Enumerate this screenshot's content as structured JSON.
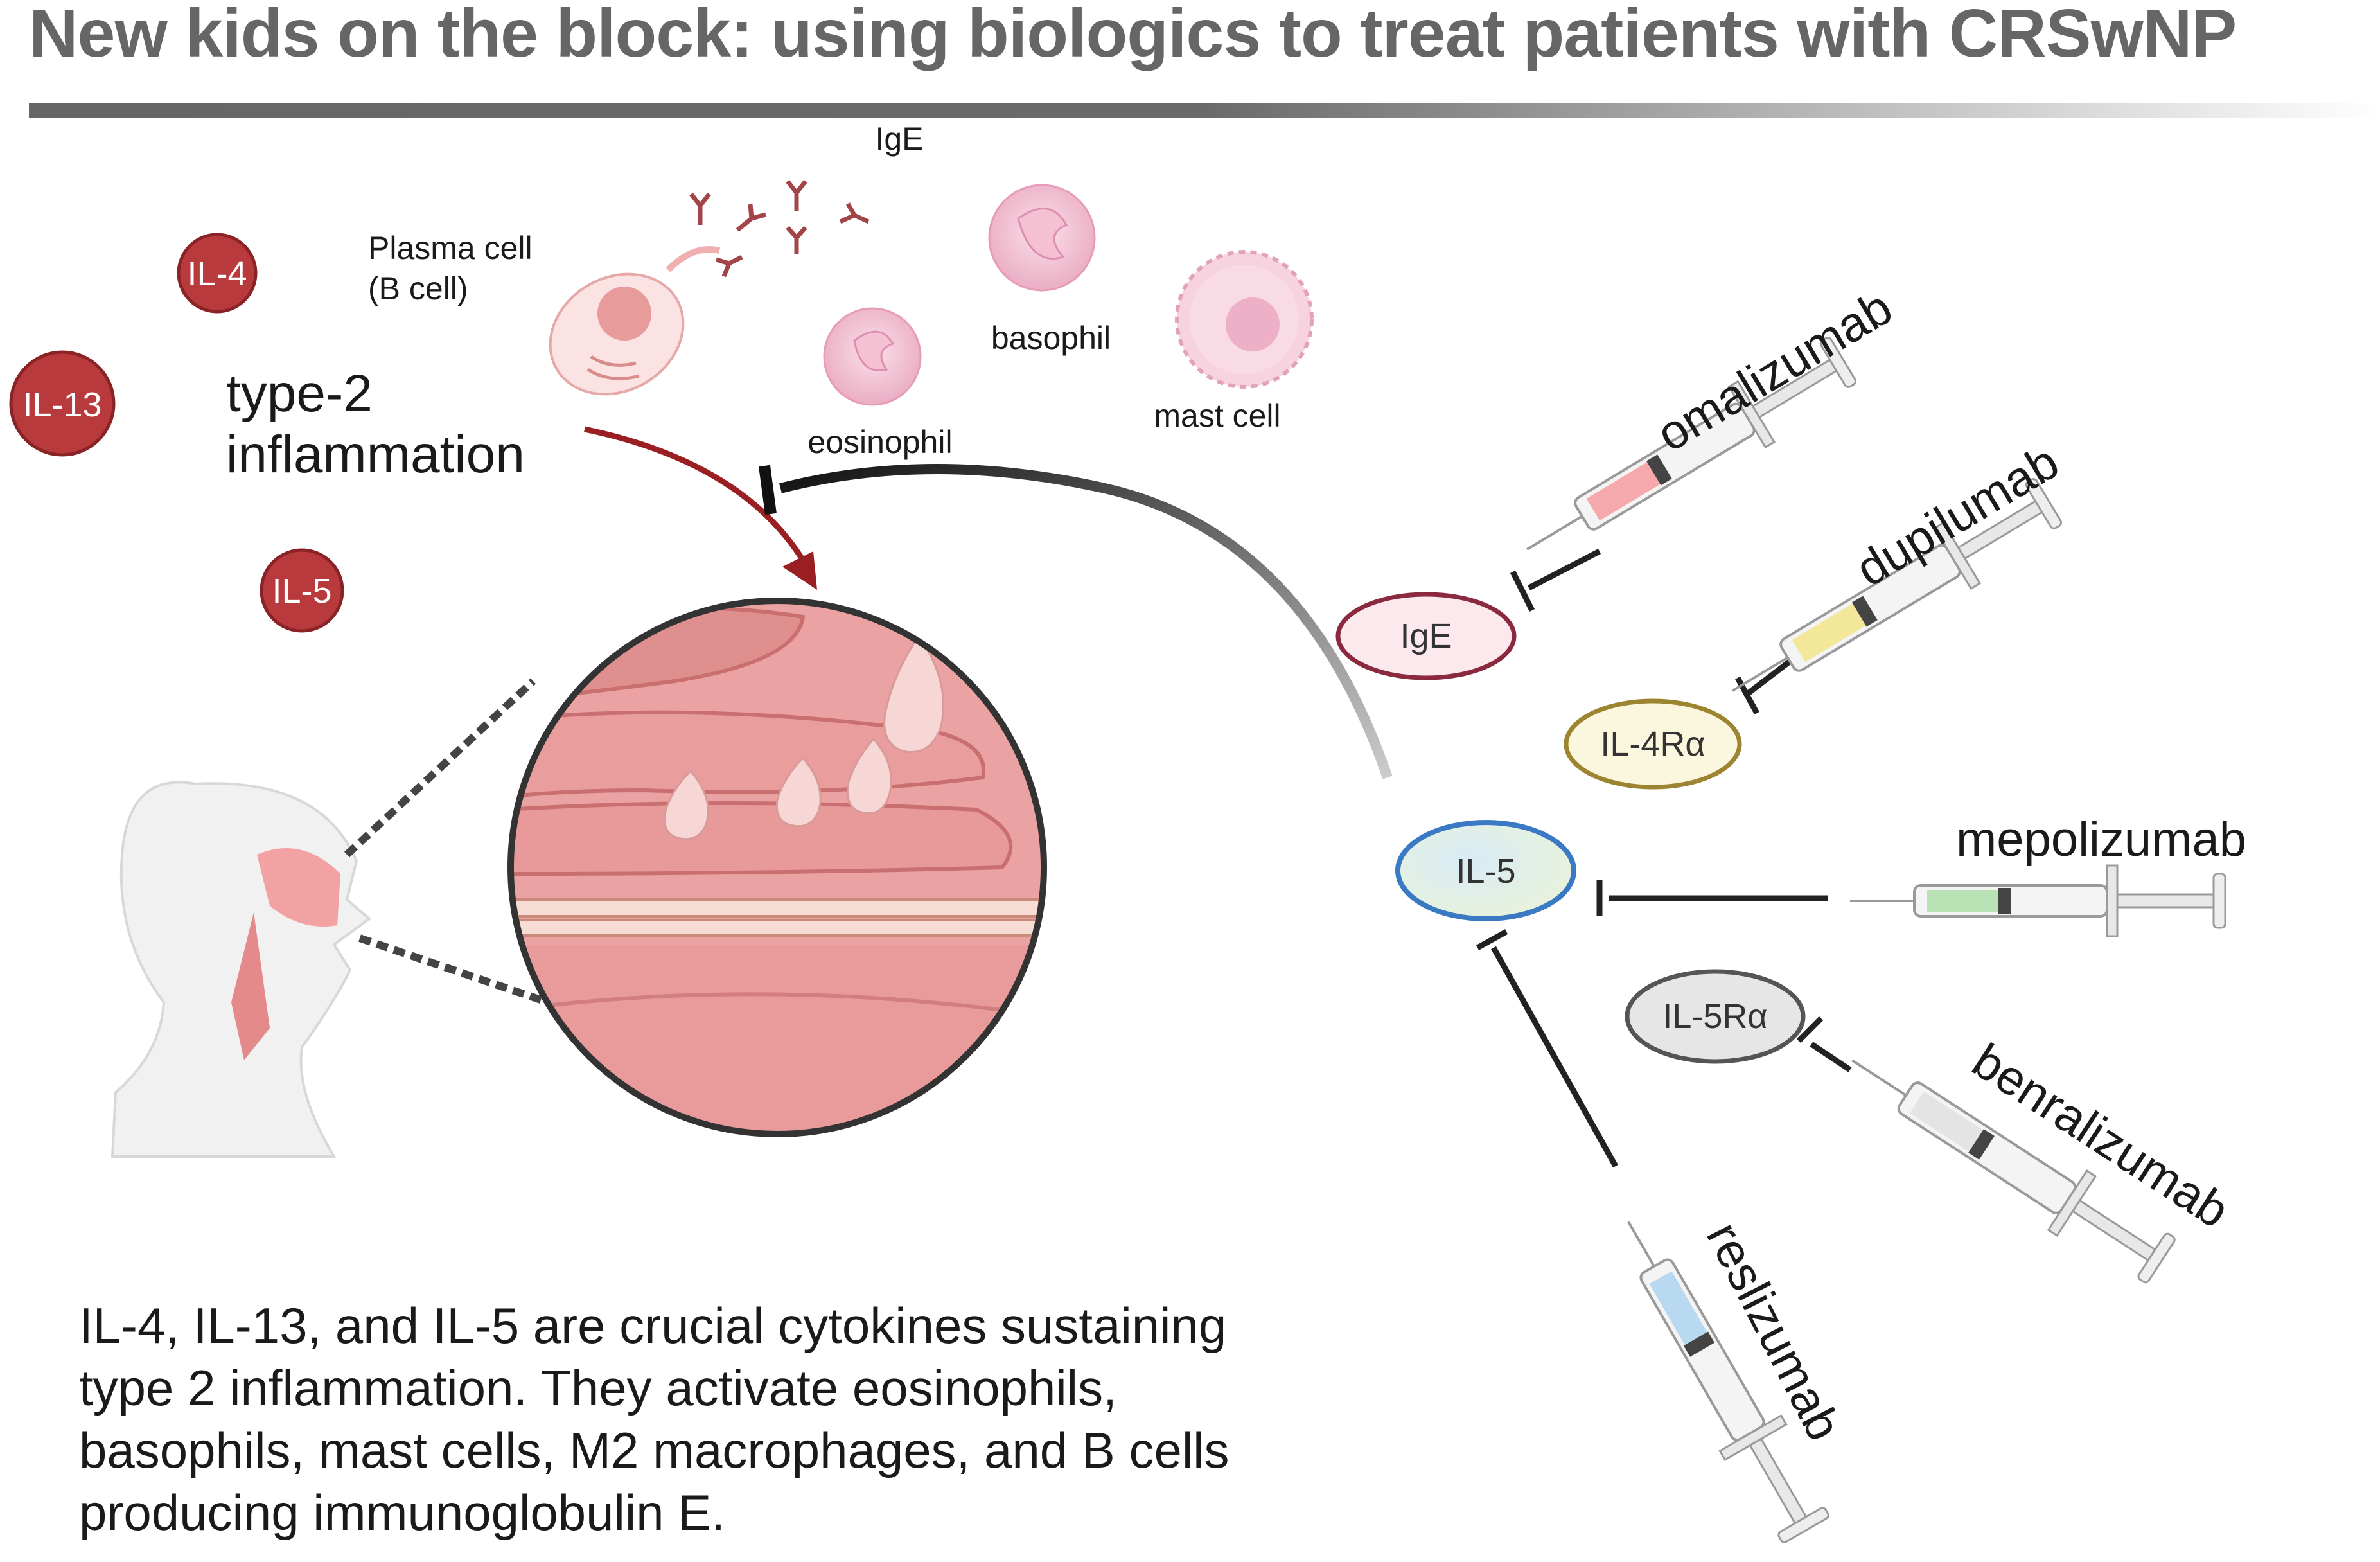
{
  "title": "New kids on the block: using biologics to treat patients with CRSwNP",
  "cytokines": {
    "il4": "IL-4",
    "il13": "IL-13",
    "il5": "IL-5"
  },
  "type2_label": {
    "line1": "type-2",
    "line2": "inflammation"
  },
  "cells": {
    "plasma_cell": {
      "line1": "Plasma cell",
      "line2": "(B cell)"
    },
    "ige_top": "IgE",
    "eosinophil": "eosinophil",
    "basophil": "basophil",
    "mast_cell": "mast cell"
  },
  "targets": {
    "ige": "IgE",
    "il4ra": "IL-4Rα",
    "il5": "IL-5",
    "il5ra": "IL-5Rα"
  },
  "drugs": {
    "omalizumab": "omalizumab",
    "dupilumab": "dupilumab",
    "mepolizumab": "mepolizumab",
    "benralizumab": "benralizumab",
    "reslizumab": "reslizumab"
  },
  "caption_lines": [
    "IL-4, IL-13, and IL-5 are crucial cytokines sustaining",
    "type 2 inflammation. They activate eosinophils,",
    "basophils, mast cells, M2 macrophages, and B cells",
    "producing immunoglobulin E."
  ],
  "colors": {
    "cytokine_red": "#b83a3c",
    "arrow_red": "#9a1f22",
    "ige_border": "#8b2a3e",
    "il4ra_border": "#9c8430",
    "il4ra_fill": "#fbf6de",
    "il5_border": "#3a79c4",
    "il5ra_border": "#555555",
    "il5ra_fill": "#e6e6e6"
  }
}
